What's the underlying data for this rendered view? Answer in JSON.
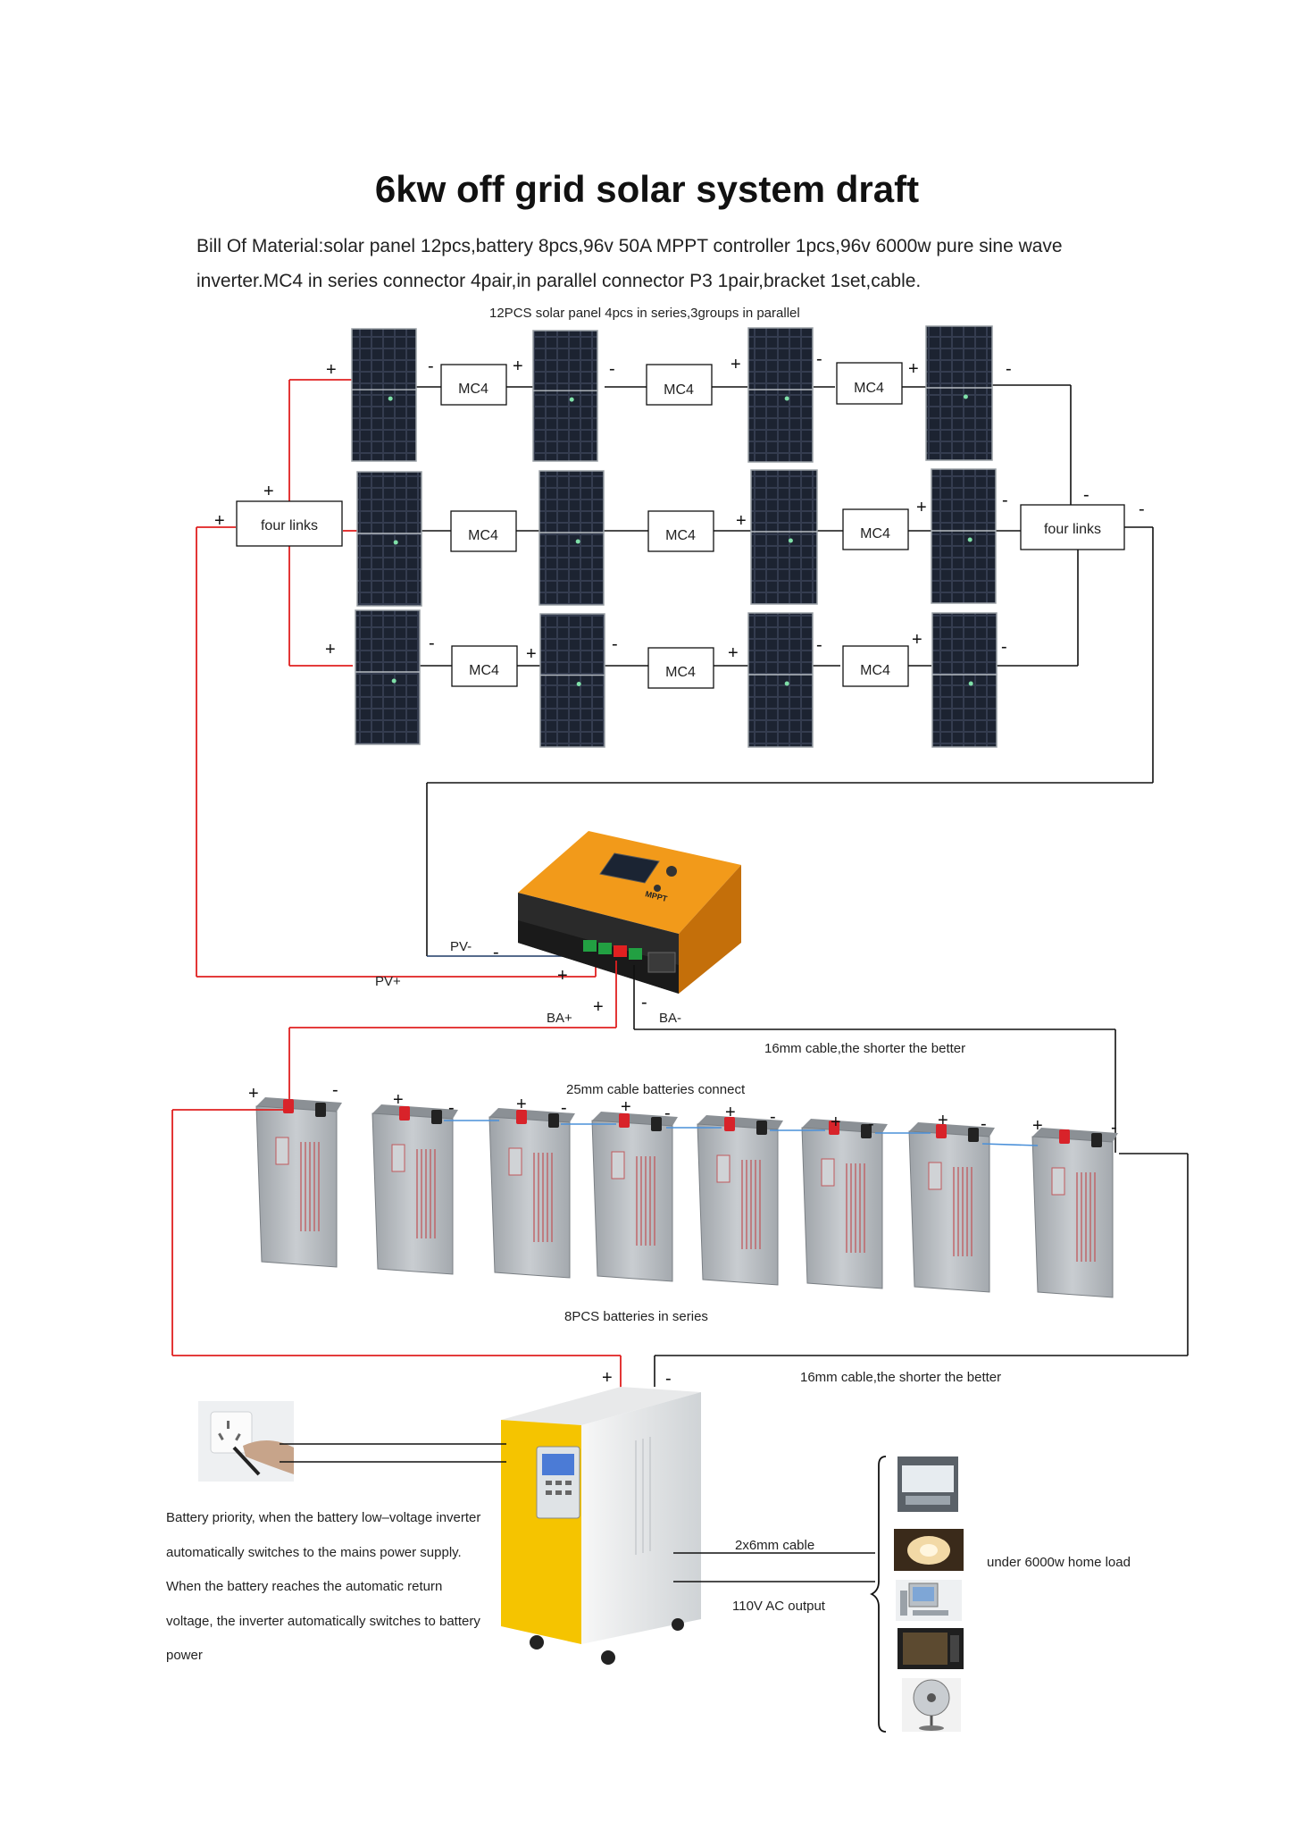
{
  "title": "6kw off grid solar system draft",
  "bom_text": "Bill Of Material:solar panel 12pcs,battery 8pcs,96v 50A MPPT controller 1pcs,96v 6000w pure sine wave inverter.MC4 in series connector 4pair,in parallel connector P3 1pair,bracket 1set,cable.",
  "panel_array_label": "12PCS solar panel 4pcs in series,3groups in parallel",
  "mc4_label": "MC4",
  "four_links_label": "four links",
  "plus_sign": "+",
  "minus_sign": "-",
  "controller": {
    "brand": "MPPT",
    "pv_minus": "PV-",
    "pv_plus": "PV+",
    "ba_plus": "BA+",
    "ba_minus": "BA-"
  },
  "cable_16mm_label": "16mm cable,the shorter the better",
  "cable_25mm_label": "25mm cable batteries connect",
  "batteries_label": "8PCS batteries in series",
  "inverter_note": "Battery priority, when the battery low–voltage inverter automatically switches to the mains power supply. When the battery reaches the automatic return voltage, the inverter automatically switches to battery power",
  "ac_cable_label": "2x6mm cable",
  "ac_output_label": "110V AC output",
  "home_load_label": "under 6000w home load",
  "colors": {
    "positive_wire": "#e02020",
    "negative_wire": "#111111",
    "battery_link": "#4a90d9",
    "controller_orange": "#f29a1a",
    "inverter_yellow": "#f5c400",
    "panel_dark": "#1c2331"
  },
  "icons": [
    "solar-panel-icon",
    "mc4-connector-icon",
    "mppt-controller-icon",
    "battery-icon",
    "inverter-icon",
    "wall-socket-icon",
    "printer-icon",
    "lamp-icon",
    "computer-icon",
    "tv-icon",
    "fan-icon"
  ]
}
